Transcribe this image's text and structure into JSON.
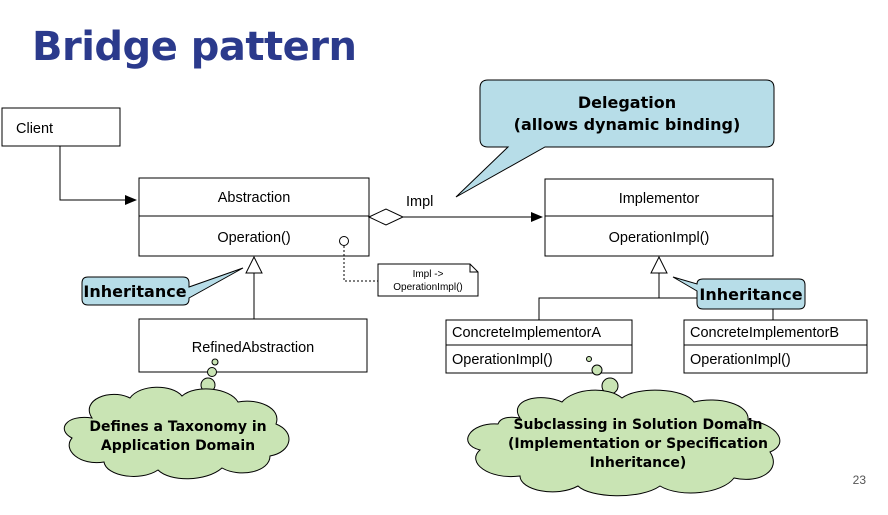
{
  "title": "Bridge pattern",
  "page_number": "23",
  "classes": {
    "client": "Client",
    "abstraction": "Abstraction",
    "abstraction_op": "Operation()",
    "refined": "RefinedAbstraction",
    "implementor": "Implementor",
    "implementor_op": "OperationImpl()",
    "concrete_a": "ConcreteImplementorA",
    "concrete_a_op": "OperationImpl()",
    "concrete_b": "ConcreteImplementorB",
    "concrete_b_op": "OperationImpl()"
  },
  "association_label": "Impl",
  "note": {
    "line1": "Impl ->",
    "line2": "OperationImpl()"
  },
  "callouts": {
    "delegation_line1": "Delegation",
    "delegation_line2": "(allows dynamic binding)",
    "inheritance_left": "Inheritance",
    "inheritance_right": "Inheritance"
  },
  "clouds": {
    "left_line1": "Defines a Taxonomy in",
    "left_line2": "Application Domain",
    "right_line1": "Subclassing in Solution Domain",
    "right_line2": "(Implementation or Specification",
    "right_line3": "Inheritance)"
  },
  "colors": {
    "callout_fill": "#b7dde8",
    "cloud_fill": "#c9e4b4",
    "title_color": "#2b3a8c"
  }
}
